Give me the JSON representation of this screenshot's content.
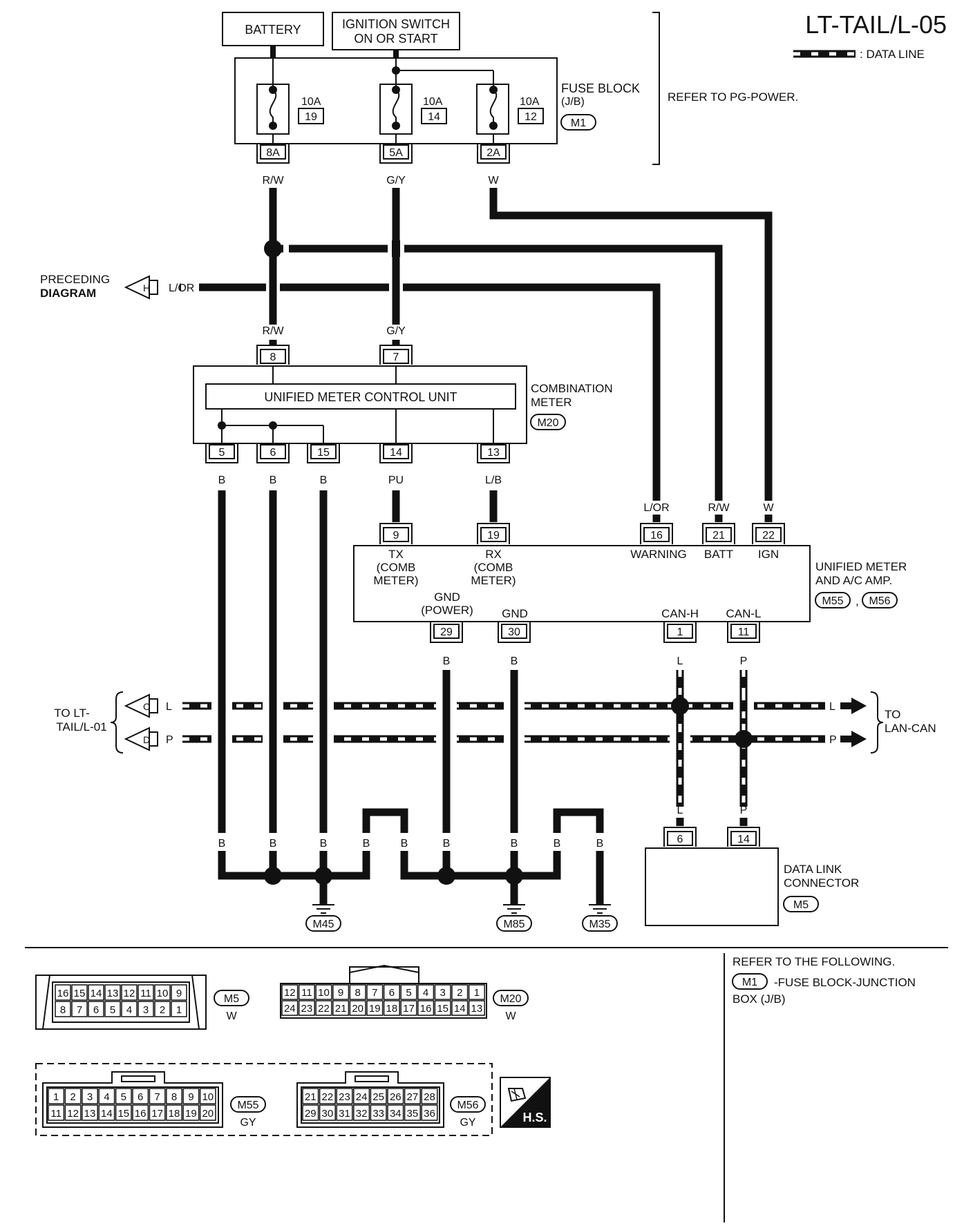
{
  "page_code": "LT-TAIL/L-05",
  "legend": {
    "data_line": ": DATA LINE"
  },
  "power": {
    "battery": "BATTERY",
    "ignition_line1": "IGNITION SWITCH",
    "ignition_line2": "ON OR START"
  },
  "fuse_block": {
    "name": "FUSE BLOCK",
    "sub": "(J/B)",
    "connector": "M1",
    "refer": "REFER TO PG-POWER.",
    "fuses": [
      {
        "amp": "10A",
        "num": "19",
        "pin": "8A",
        "wire": "R/W"
      },
      {
        "amp": "10A",
        "num": "14",
        "pin": "5A",
        "wire": "G/Y"
      },
      {
        "amp": "10A",
        "num": "12",
        "pin": "2A",
        "wire": "W"
      }
    ]
  },
  "preceding": {
    "line1": "PRECEDING",
    "line2": "DIAGRAM",
    "letter": "H",
    "wire": "L/OR"
  },
  "combination_meter": {
    "name1": "COMBINATION",
    "name2": "METER",
    "connector": "M20",
    "unit": "UNIFIED METER CONTROL UNIT",
    "top_pins": [
      {
        "pin": "8",
        "wire": "R/W"
      },
      {
        "pin": "7",
        "wire": "G/Y"
      }
    ],
    "bottom_pins": [
      {
        "pin": "5",
        "wire": "B"
      },
      {
        "pin": "6",
        "wire": "B"
      },
      {
        "pin": "15",
        "wire": "B"
      },
      {
        "pin": "14",
        "wire": "PU"
      },
      {
        "pin": "13",
        "wire": "L/B"
      }
    ]
  },
  "amp": {
    "name1": "UNIFIED METER",
    "name2": "AND A/C AMP.",
    "connector1": "M55",
    "sep": ",",
    "connector2": "M56",
    "top_pins": [
      {
        "pin": "9",
        "wire": "",
        "l1": "TX",
        "l2": "(COMB",
        "l3": "METER)"
      },
      {
        "pin": "19",
        "wire": "",
        "l1": "RX",
        "l2": "(COMB",
        "l3": "METER)"
      },
      {
        "pin": "16",
        "wire": "L/OR",
        "l1": "WARNING"
      },
      {
        "pin": "21",
        "wire": "R/W",
        "l1": "BATT"
      },
      {
        "pin": "22",
        "wire": "W",
        "l1": "IGN"
      }
    ],
    "bottom_pins": [
      {
        "pin": "29",
        "wire": "B",
        "l1": "GND",
        "l2": "(POWER)"
      },
      {
        "pin": "30",
        "wire": "B",
        "l1": "GND"
      },
      {
        "pin": "1",
        "wire": "L",
        "l1": "CAN-H"
      },
      {
        "pin": "11",
        "wire": "P",
        "l1": "CAN-L"
      }
    ]
  },
  "to_lt": {
    "line1": "TO LT-",
    "line2": "TAIL/L-01",
    "c_letter": "C",
    "c_wire": "L",
    "d_letter": "D",
    "d_wire": "P"
  },
  "to_lan": {
    "line1": "TO",
    "line2": "LAN-CAN",
    "l_wire": "L",
    "p_wire": "P"
  },
  "data_link": {
    "name1": "DATA LINK",
    "name2": "CONNECTOR",
    "connector": "M5",
    "pins": [
      {
        "pin": "6",
        "wire": "L"
      },
      {
        "pin": "14",
        "wire": "P"
      }
    ]
  },
  "grounds": {
    "wire": "B",
    "g1": "M45",
    "g2": "M85",
    "g3": "M35"
  },
  "refer_following": {
    "title": "REFER TO THE FOLLOWING.",
    "connector": "M1",
    "desc1": "-FUSE BLOCK-JUNCTION",
    "desc2": "BOX (J/B)"
  },
  "connector_views": {
    "m5": {
      "id": "M5",
      "color": "W",
      "top": [
        "16",
        "15",
        "14",
        "13",
        "12",
        "11",
        "10",
        "9"
      ],
      "bottom": [
        "8",
        "7",
        "6",
        "5",
        "4",
        "3",
        "2",
        "1"
      ]
    },
    "m20": {
      "id": "M20",
      "color": "W",
      "top": [
        "12",
        "11",
        "10",
        "9",
        "8",
        "7",
        "6",
        "5",
        "4",
        "3",
        "2",
        "1"
      ],
      "bottom": [
        "24",
        "23",
        "22",
        "21",
        "20",
        "19",
        "18",
        "17",
        "16",
        "15",
        "14",
        "13"
      ]
    },
    "m55": {
      "id": "M55",
      "color": "GY",
      "top": [
        "1",
        "2",
        "3",
        "4",
        "5",
        "6",
        "7",
        "8",
        "9",
        "10"
      ],
      "bottom": [
        "11",
        "12",
        "13",
        "14",
        "15",
        "16",
        "17",
        "18",
        "19",
        "20"
      ]
    },
    "m56": {
      "id": "M56",
      "color": "GY",
      "top": [
        "21",
        "22",
        "23",
        "24",
        "25",
        "26",
        "27",
        "28"
      ],
      "bottom": [
        "29",
        "30",
        "31",
        "32",
        "33",
        "34",
        "35",
        "36"
      ]
    },
    "hs": "H.S."
  }
}
